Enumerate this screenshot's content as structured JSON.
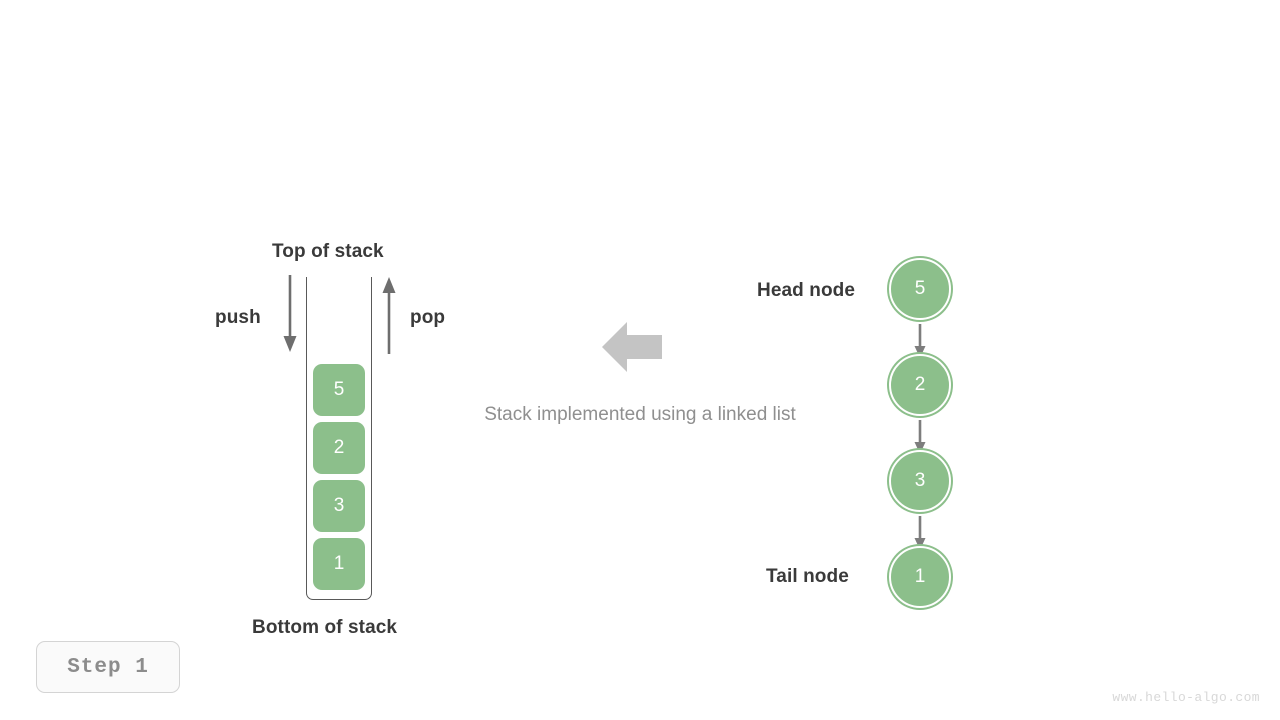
{
  "diagram": {
    "title_caption": "Stack implemented using a linked list",
    "colors": {
      "node_green": "#8cbf8b",
      "label_dark": "#3a3a3a",
      "caption_gray": "#8f8f8f",
      "arrow_gray": "#6e6e6e",
      "big_arrow_gray": "#c4c4c4",
      "container_border": "#595959",
      "step_text": "#8c8c8c",
      "watermark": "#d8d8d8"
    }
  },
  "stack": {
    "top_label": "Top of stack",
    "bottom_label": "Bottom of stack",
    "push_label": "push",
    "pop_label": "pop",
    "items": [
      {
        "value": "5"
      },
      {
        "value": "2"
      },
      {
        "value": "3"
      },
      {
        "value": "1"
      }
    ]
  },
  "linked_list": {
    "head_label": "Head node",
    "tail_label": "Tail node",
    "nodes": [
      {
        "value": "5"
      },
      {
        "value": "2"
      },
      {
        "value": "3"
      },
      {
        "value": "1"
      }
    ]
  },
  "step": {
    "label": "Step  1"
  },
  "watermark": {
    "text": "www.hello-algo.com"
  }
}
